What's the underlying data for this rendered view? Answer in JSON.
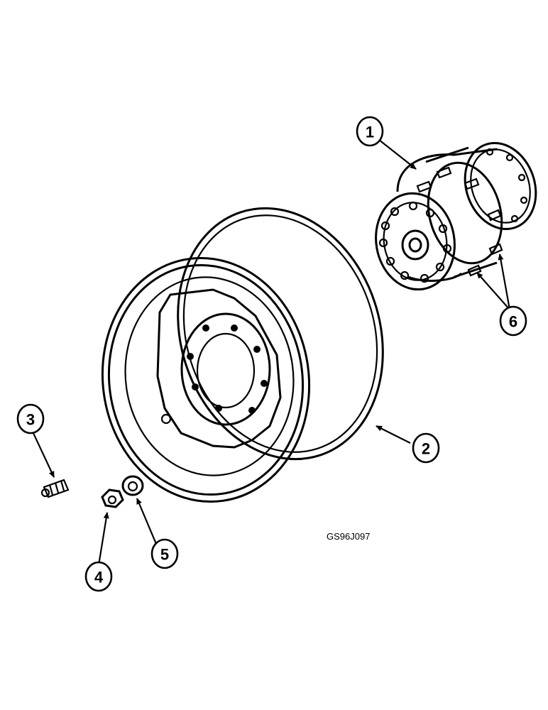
{
  "figure_id": "GS96J097",
  "callouts": [
    {
      "label": "1",
      "part": "hub"
    },
    {
      "label": "2",
      "part": "wheel-rim"
    },
    {
      "label": "3",
      "part": "stud"
    },
    {
      "label": "4",
      "part": "nut"
    },
    {
      "label": "5",
      "part": "washer"
    },
    {
      "label": "6",
      "part": "hub-studs"
    }
  ]
}
